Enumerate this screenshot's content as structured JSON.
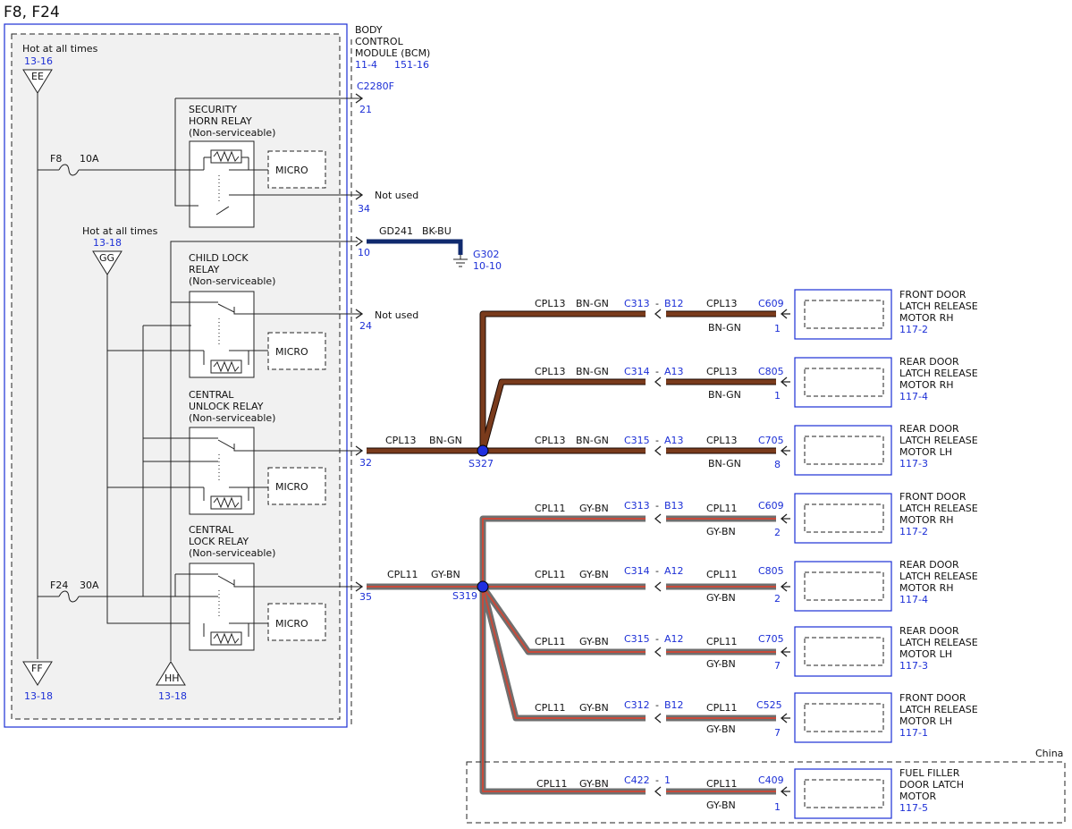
{
  "title": "F8, F24",
  "colors": {
    "blue_ref": "#1c2fd6",
    "wire_bngn": "#7a3b1c",
    "wire_gybn_edge": "#6f6f6f",
    "wire_gybn_core": "#c84a3a",
    "ground_wire": "#102a6e",
    "splice": "#1f2fe0",
    "box_fill": "#f1f1f1"
  },
  "bcm": {
    "line1": "BODY",
    "line2": "CONTROL",
    "line3": "MODULE (BCM)",
    "ref1": "11-4",
    "ref2": "151-16",
    "connector": "C2280F"
  },
  "power": {
    "ee": {
      "label": "Hot at all times",
      "ref": "13-16",
      "symbol": "EE"
    },
    "gg": {
      "label": "Hot at all times",
      "ref": "13-18",
      "symbol": "GG"
    },
    "ff": {
      "symbol": "FF",
      "ref": "13-18"
    },
    "hh": {
      "symbol": "HH",
      "ref": "13-18"
    },
    "fuse_f8": {
      "name": "F8",
      "rating": "10A"
    },
    "fuse_f24": {
      "name": "F24",
      "rating": "30A"
    }
  },
  "relays": {
    "security": {
      "line1": "SECURITY",
      "line2": "HORN RELAY",
      "line3": "(Non-serviceable)"
    },
    "child": {
      "line1": "CHILD LOCK",
      "line2": "RELAY",
      "line3": "(Non-serviceable)"
    },
    "unlock": {
      "line1": "CENTRAL",
      "line2": "UNLOCK RELAY",
      "line3": "(Non-serviceable)"
    },
    "lock": {
      "line1": "CENTRAL",
      "line2": "LOCK RELAY",
      "line3": "(Non-serviceable)"
    },
    "micro": "MICRO"
  },
  "pins": {
    "p21": "21",
    "p34": "34",
    "p10": "10",
    "p24": "24",
    "p32": "32",
    "p35": "35",
    "not_used": "Not used"
  },
  "ground": {
    "circuit": "GD241",
    "color": "BK-BU",
    "name": "G302",
    "ref": "10-10"
  },
  "splices": {
    "s327": "S327",
    "s319": "S319"
  },
  "bngn_trunk": {
    "circuit": "CPL13",
    "color": "BN-GN"
  },
  "gybn_trunk": {
    "circuit": "CPL11",
    "color": "GY-BN"
  },
  "bngn_rows": [
    {
      "circuit": "CPL13",
      "color": "BN-GN",
      "inline": "C313",
      "pin": "B12",
      "circuit2": "CPL13",
      "color2": "BN-GN",
      "conn": "C609",
      "cpin": "1",
      "c1": "FRONT DOOR",
      "c2": "LATCH RELEASE",
      "c3": "MOTOR RH",
      "cref": "117-2"
    },
    {
      "circuit": "CPL13",
      "color": "BN-GN",
      "inline": "C314",
      "pin": "A13",
      "circuit2": "CPL13",
      "color2": "BN-GN",
      "conn": "C805",
      "cpin": "1",
      "c1": "REAR DOOR",
      "c2": "LATCH RELEASE",
      "c3": "MOTOR RH",
      "cref": "117-4"
    },
    {
      "circuit": "CPL13",
      "color": "BN-GN",
      "inline": "C315",
      "pin": "A13",
      "circuit2": "CPL13",
      "color2": "BN-GN",
      "conn": "C705",
      "cpin": "8",
      "c1": "REAR DOOR",
      "c2": "LATCH RELEASE",
      "c3": "MOTOR LH",
      "cref": "117-3"
    }
  ],
  "gybn_rows": [
    {
      "circuit": "CPL11",
      "color": "GY-BN",
      "inline": "C313",
      "pin": "B13",
      "circuit2": "CPL11",
      "color2": "GY-BN",
      "conn": "C609",
      "cpin": "2",
      "c1": "FRONT DOOR",
      "c2": "LATCH RELEASE",
      "c3": "MOTOR RH",
      "cref": "117-2"
    },
    {
      "circuit": "CPL11",
      "color": "GY-BN",
      "inline": "C314",
      "pin": "A12",
      "circuit2": "CPL11",
      "color2": "GY-BN",
      "conn": "C805",
      "cpin": "2",
      "c1": "REAR DOOR",
      "c2": "LATCH RELEASE",
      "c3": "MOTOR RH",
      "cref": "117-4"
    },
    {
      "circuit": "CPL11",
      "color": "GY-BN",
      "inline": "C315",
      "pin": "A12",
      "circuit2": "CPL11",
      "color2": "GY-BN",
      "conn": "C705",
      "cpin": "7",
      "c1": "REAR DOOR",
      "c2": "LATCH RELEASE",
      "c3": "MOTOR LH",
      "cref": "117-3"
    },
    {
      "circuit": "CPL11",
      "color": "GY-BN",
      "inline": "C312",
      "pin": "B12",
      "circuit2": "CPL11",
      "color2": "GY-BN",
      "conn": "C525",
      "cpin": "7",
      "c1": "FRONT DOOR",
      "c2": "LATCH RELEASE",
      "c3": "MOTOR LH",
      "cref": "117-1"
    },
    {
      "circuit": "CPL11",
      "color": "GY-BN",
      "inline": "C422",
      "pin": "1",
      "circuit2": "CPL11",
      "color2": "GY-BN",
      "conn": "C409",
      "cpin": "1",
      "c1": "FUEL FILLER",
      "c2": "DOOR LATCH",
      "c3": "MOTOR",
      "cref": "117-5"
    }
  ],
  "region_label": "China"
}
